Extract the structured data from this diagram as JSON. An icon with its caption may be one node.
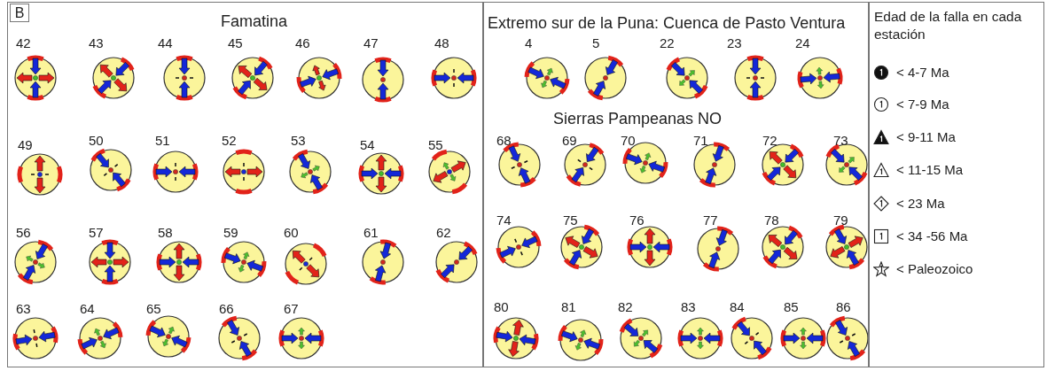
{
  "diagram": {
    "nodes": [
      {
        "text": [
          "Famatina"
        ]
      },
      {
        "text": [
          "B"
        ],
        "in": 0
      },
      {
        "text": [
          "Extremo sur de la Puna: Cuenca de Pasto Ventura",
          "Sierras Pampeanas NO"
        ]
      },
      {
        "text": [
          "Edad de la falla en cada estación"
        ]
      }
    ],
    "labels": [
      "42",
      "43",
      "44",
      "45",
      "46",
      "47",
      "48",
      "49",
      "50",
      "51",
      "52",
      "53",
      "54",
      "55",
      "56",
      "57",
      "58",
      "59",
      "60",
      "61",
      "62",
      "63",
      "64",
      "65",
      "66",
      "67",
      "4",
      "5",
      "22",
      "23",
      "24",
      "68",
      "69",
      "70",
      "71",
      "72",
      "73",
      "74",
      "75",
      "76",
      "77",
      "78",
      "79",
      "80",
      "81",
      "82",
      "83",
      "84",
      "85",
      "86"
    ],
    "legend": [
      {
        "text": "< 4-7 Ma"
      },
      {
        "text": "< 7-9 Ma"
      },
      {
        "text": "< 9-11 Ma"
      },
      {
        "text": "< 11-15 Ma"
      },
      {
        "text": "< 23 Ma"
      },
      {
        "text": "< 34 -56 Ma"
      },
      {
        "text": "< Paleozoico"
      }
    ]
  }
}
